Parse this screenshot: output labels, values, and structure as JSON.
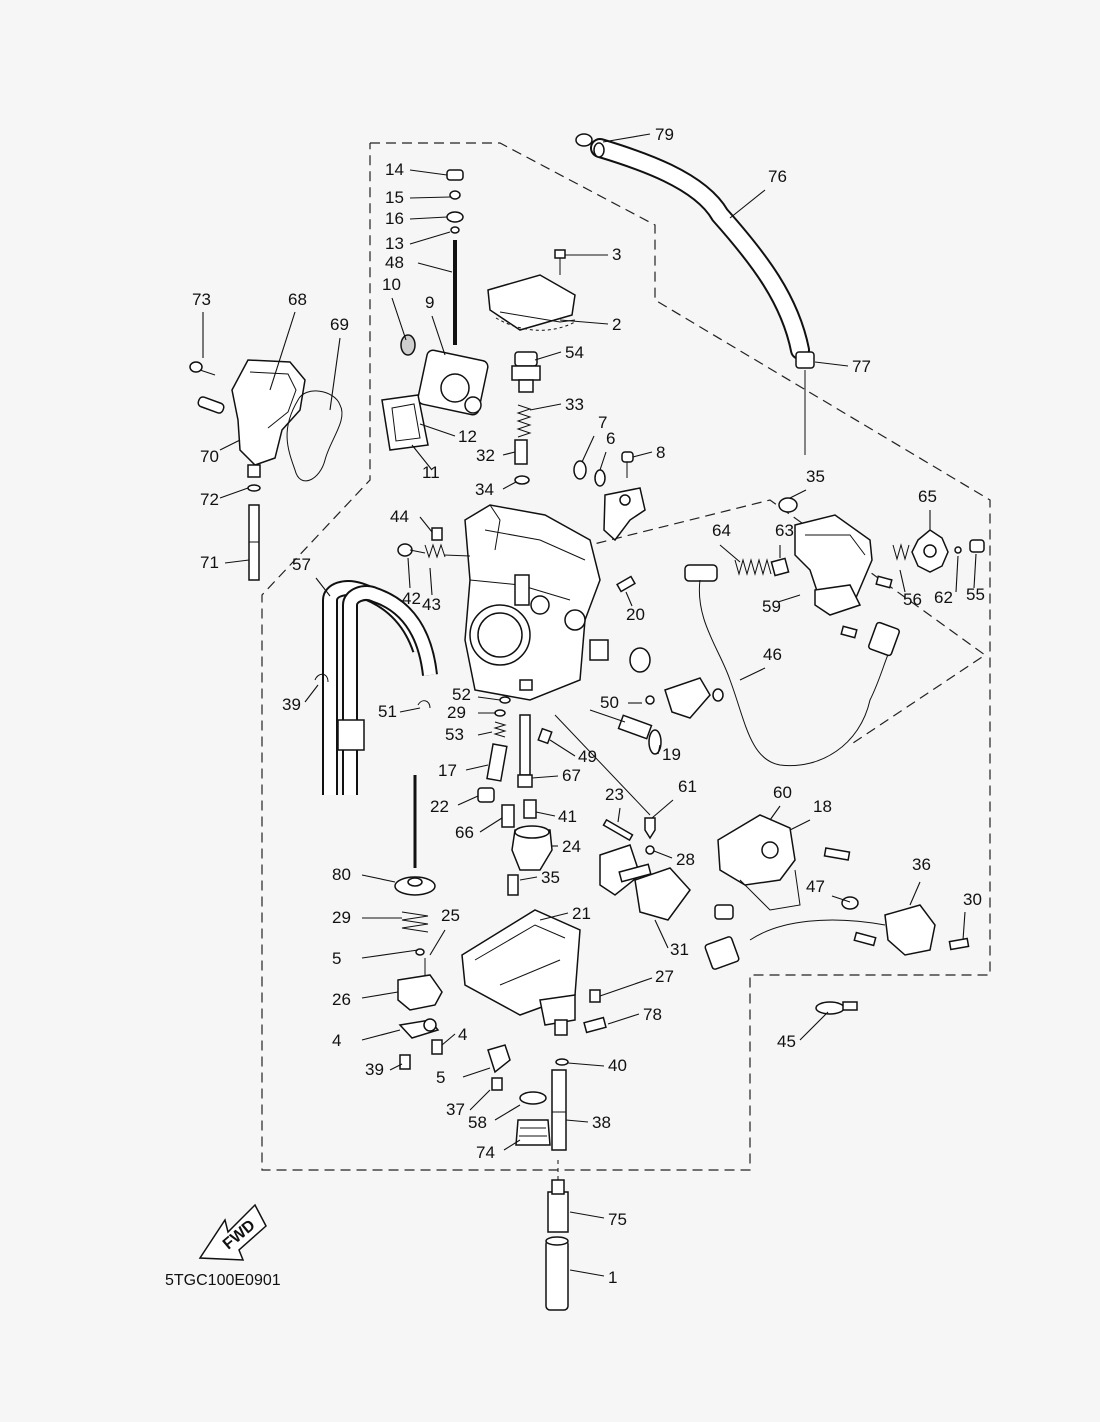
{
  "diagram_code": "5TGC100E0901",
  "fwd_label": "FWD",
  "callouts": [
    "79",
    "76",
    "14",
    "15",
    "16",
    "13",
    "48",
    "3",
    "2",
    "73",
    "68",
    "69",
    "10",
    "9",
    "54",
    "77",
    "33",
    "12",
    "7",
    "6",
    "8",
    "32",
    "11",
    "70",
    "72",
    "71",
    "34",
    "35",
    "65",
    "44",
    "64",
    "63",
    "57",
    "42",
    "43",
    "20",
    "59",
    "56",
    "62",
    "55",
    "46",
    "39",
    "51",
    "52",
    "29",
    "50",
    "53",
    "19",
    "49",
    "17",
    "67",
    "22",
    "23",
    "61",
    "60",
    "18",
    "66",
    "41",
    "24",
    "28",
    "80",
    "35",
    "47",
    "36",
    "30",
    "29",
    "25",
    "21",
    "31",
    "5",
    "27",
    "26",
    "78",
    "45",
    "4",
    "4",
    "39",
    "40",
    "5",
    "37",
    "58",
    "38",
    "74",
    "75",
    "1"
  ]
}
